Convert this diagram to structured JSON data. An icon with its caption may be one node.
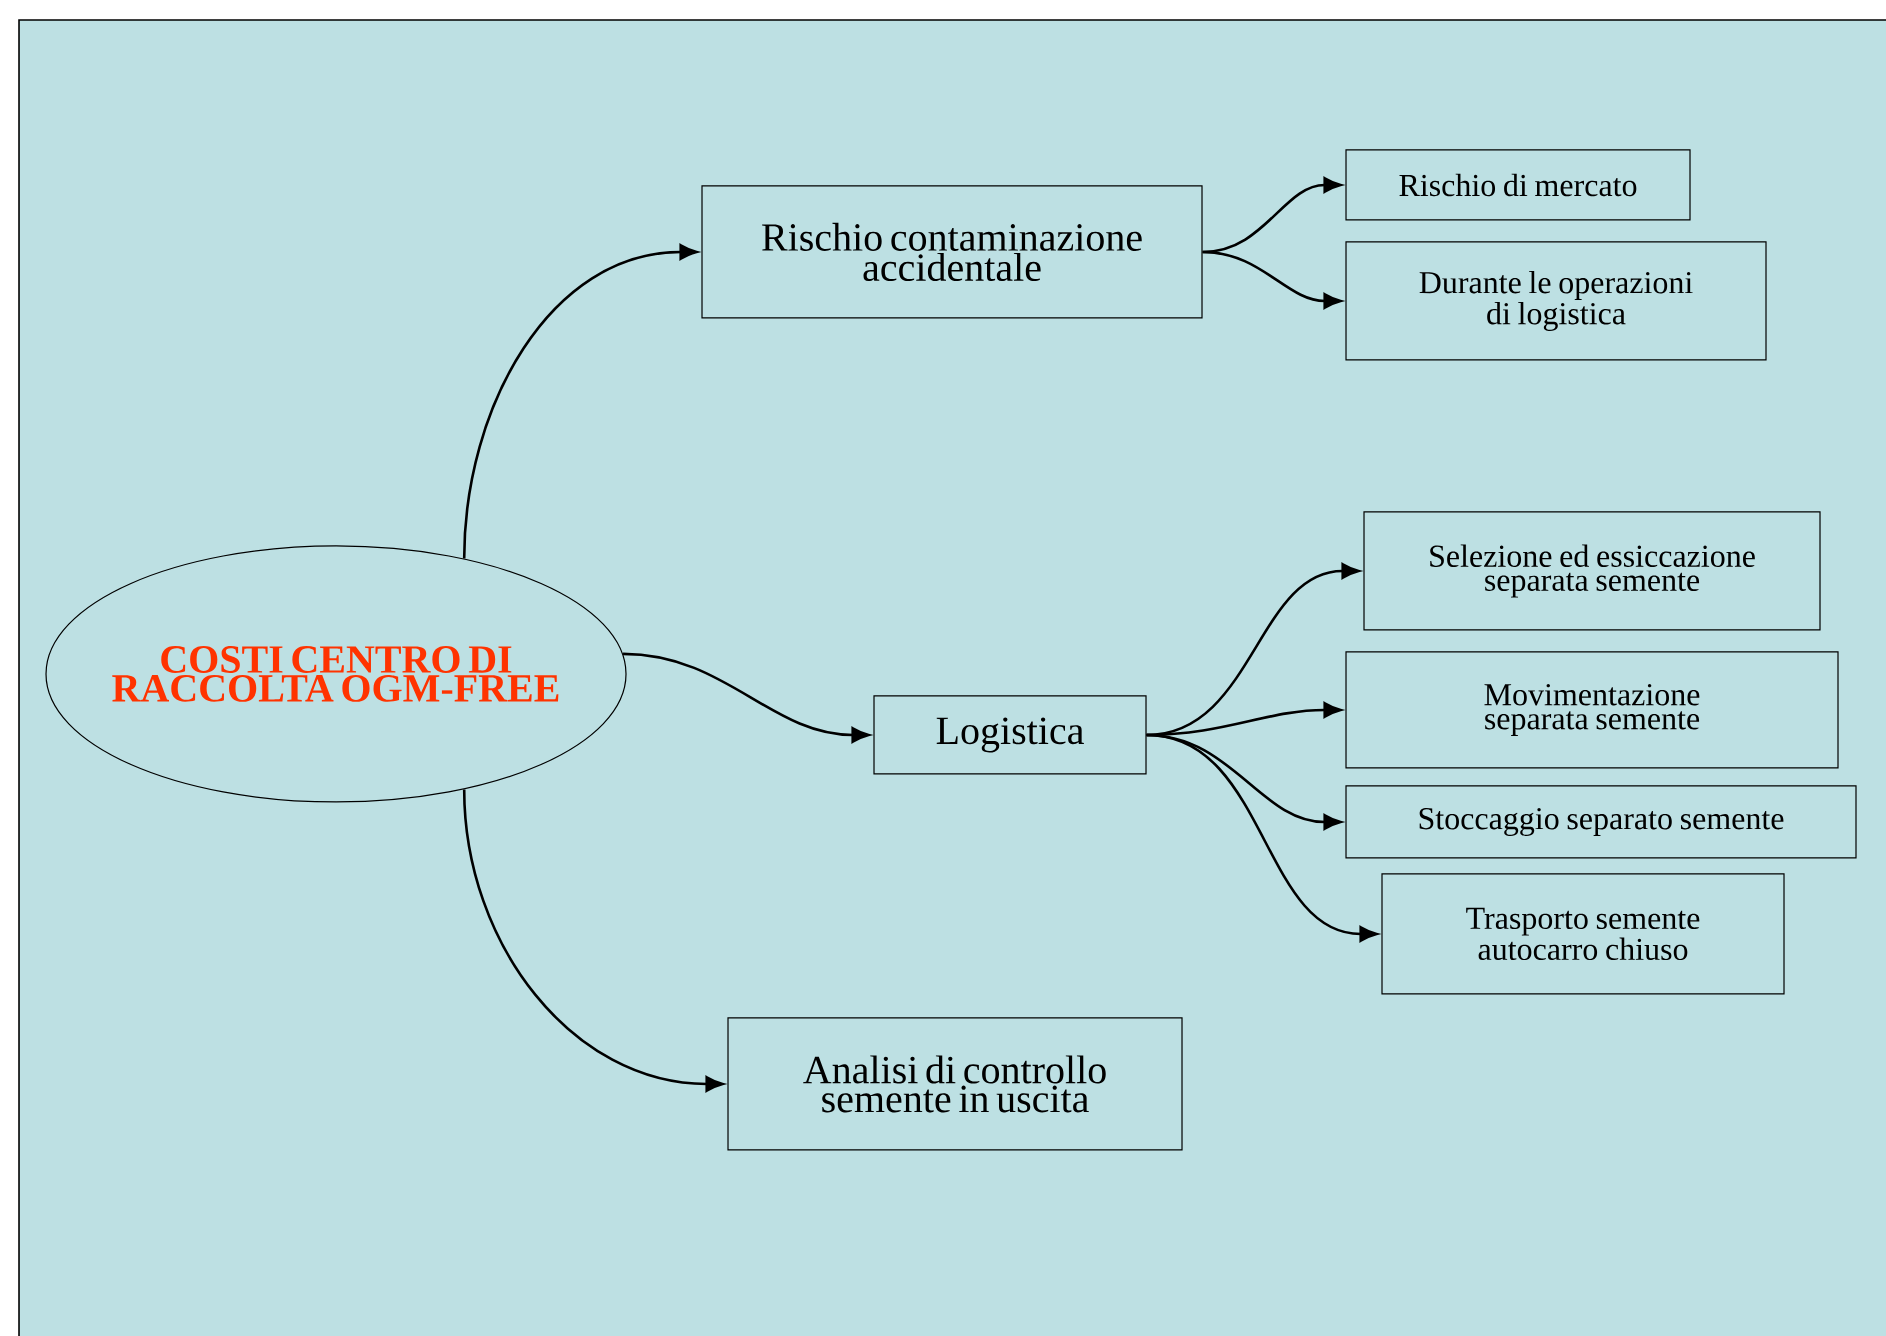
{
  "diagram": {
    "nodes": [
      {
        "text": [
          "COSTI CENTRO DI RACCOLTA OGM-FREE"
        ]
      },
      {
        "text": [
          "Rischio contaminazione accidentale"
        ]
      },
      {
        "text": [
          "Rischio di mercato"
        ]
      },
      {
        "text": [
          "Durante le operazioni di logistica"
        ]
      },
      {
        "text": [
          "Logistica"
        ]
      },
      {
        "text": [
          "Selezione ed essiccazione separata semente"
        ]
      },
      {
        "text": [
          "Movimentazione separata semente"
        ]
      },
      {
        "text": [
          "Stoccaggio separato semente"
        ]
      },
      {
        "text": [
          "Trasporto semente autocarro chiuso"
        ]
      },
      {
        "text": [
          "Analisi di controllo semente in uscita"
        ]
      }
    ],
    "edges": [
      {
        "from": 0,
        "to": 1,
        "arrow": "to"
      },
      {
        "from": 0,
        "to": 4,
        "arrow": "to"
      },
      {
        "from": 0,
        "to": 9,
        "arrow": "to"
      },
      {
        "from": 1,
        "to": 2,
        "arrow": "to"
      },
      {
        "from": 1,
        "to": 3,
        "arrow": "to"
      },
      {
        "from": 4,
        "to": 5,
        "arrow": "to"
      },
      {
        "from": 4,
        "to": 6,
        "arrow": "to"
      },
      {
        "from": 4,
        "to": 7,
        "arrow": "to"
      },
      {
        "from": 4,
        "to": 8,
        "arrow": "to"
      }
    ]
  }
}
